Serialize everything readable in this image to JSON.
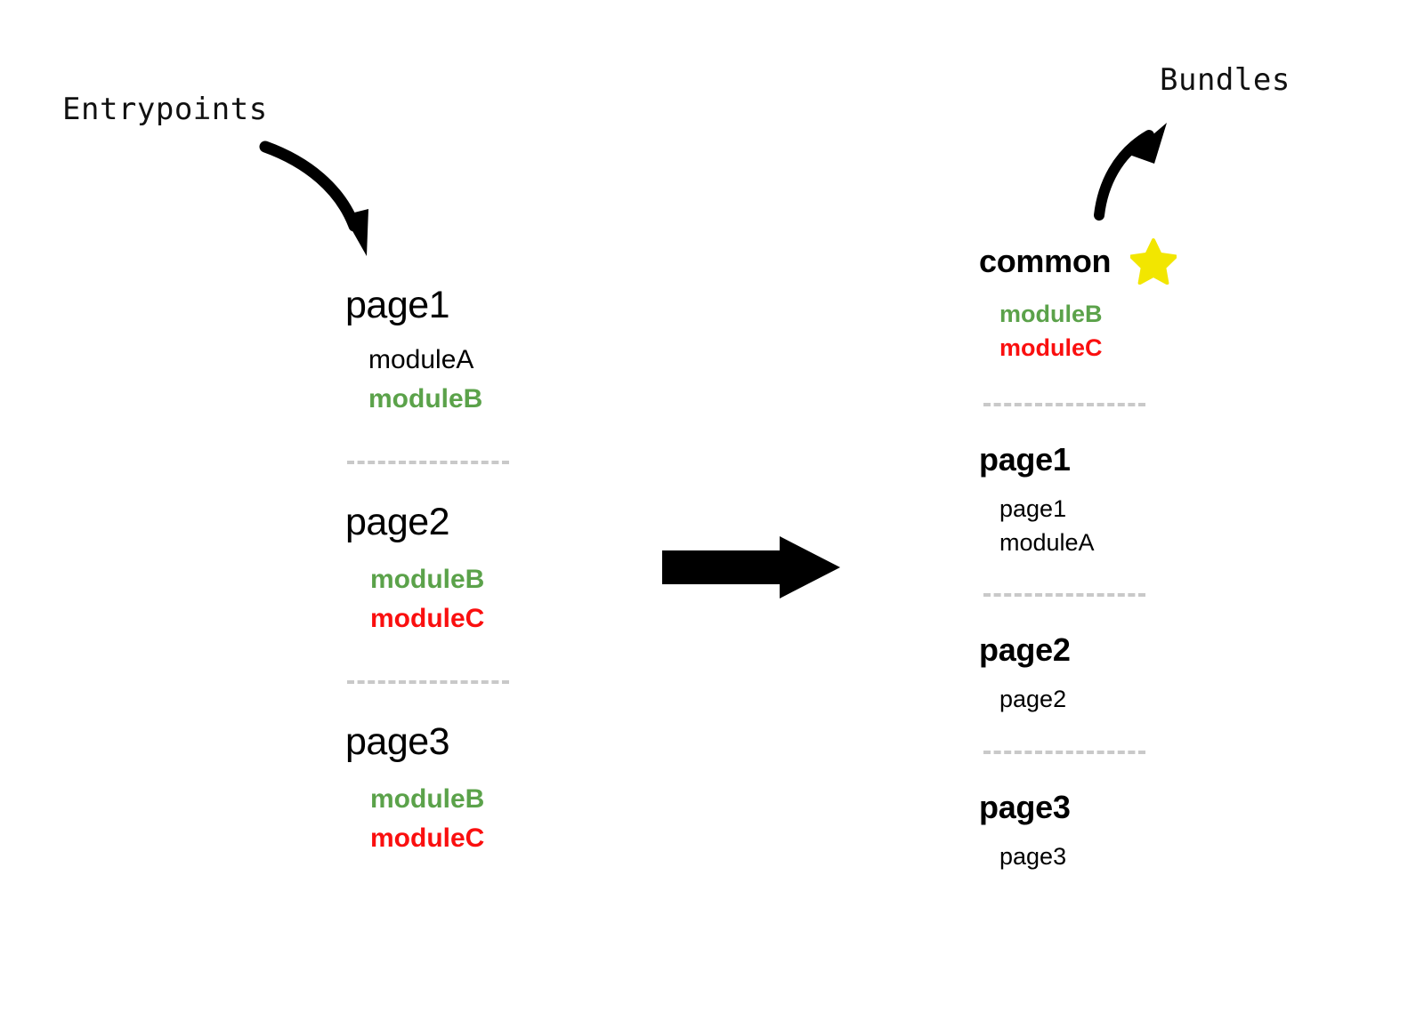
{
  "labels": {
    "entrypoints": "Entrypoints",
    "bundles": "Bundles"
  },
  "icons": {
    "entry_arrow": "curved-arrow-down-right-icon",
    "bundle_arrow": "curved-arrow-up-right-icon",
    "transform_arrow": "thick-arrow-right-icon",
    "star": "star-icon"
  },
  "colors": {
    "text": "#000000",
    "module_b": "#5ba24a",
    "module_c": "#fa0f0f",
    "star": "#f2e600",
    "divider": "#c9c9c9",
    "arrow": "#000000",
    "background": "#ffffff"
  },
  "entrypoints": {
    "groups": [
      {
        "title": "page1",
        "modules": [
          {
            "name": "moduleA",
            "style": "plain"
          },
          {
            "name": "moduleB",
            "style": "mod-b"
          }
        ]
      },
      {
        "title": "page2",
        "modules": [
          {
            "name": "moduleB",
            "style": "mod-b"
          },
          {
            "name": "moduleC",
            "style": "mod-c"
          }
        ]
      },
      {
        "title": "page3",
        "modules": [
          {
            "name": "moduleB",
            "style": "mod-b"
          },
          {
            "name": "moduleC",
            "style": "mod-c"
          }
        ]
      }
    ]
  },
  "bundles": {
    "groups": [
      {
        "title": "common",
        "starred": true,
        "modules": [
          {
            "name": "moduleB",
            "style": "mod-b"
          },
          {
            "name": "moduleC",
            "style": "mod-c"
          }
        ]
      },
      {
        "title": "page1",
        "starred": false,
        "modules": [
          {
            "name": "page1",
            "style": "plain"
          },
          {
            "name": "moduleA",
            "style": "plain"
          }
        ]
      },
      {
        "title": "page2",
        "starred": false,
        "modules": [
          {
            "name": "page2",
            "style": "plain"
          }
        ]
      },
      {
        "title": "page3",
        "starred": false,
        "modules": [
          {
            "name": "page3",
            "style": "plain"
          }
        ]
      }
    ]
  }
}
